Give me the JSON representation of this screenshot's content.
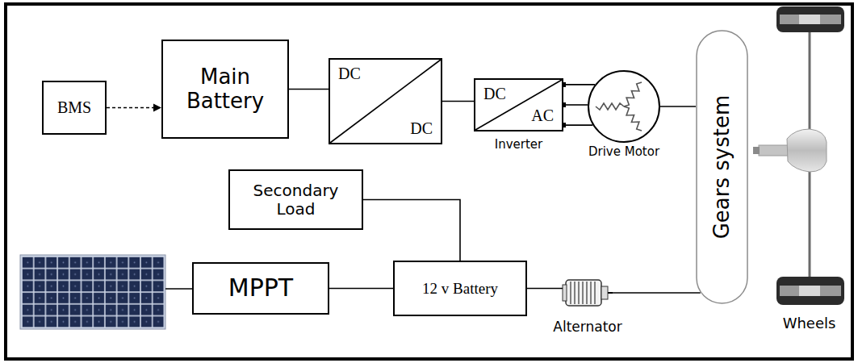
{
  "diagram": {
    "nodes": [
      {
        "text": [
          "BMS"
        ]
      },
      {
        "text": [
          "Main Battery"
        ]
      },
      {
        "text": [
          "DC",
          "DC"
        ]
      },
      {
        "text": [
          "DC",
          "AC",
          "Inverter"
        ]
      },
      {
        "text": [
          "Drive Motor"
        ]
      },
      {
        "text": [
          "Gears system"
        ]
      },
      {
        "text": [
          "Wheels"
        ]
      },
      {
        "text": [
          "Secondary Load"
        ]
      },
      {
        "text": [
          "MPPT"
        ]
      },
      {
        "text": [
          "12 v Battery"
        ]
      },
      {
        "text": [
          "Alternator"
        ]
      }
    ],
    "edges": [
      {
        "from": 0,
        "to": 1,
        "arrow": "to"
      },
      {
        "from": 1,
        "to": 2,
        "arrow": "none"
      },
      {
        "from": 2,
        "to": 3,
        "arrow": "none"
      },
      {
        "from": 3,
        "to": 4,
        "arrow": "none"
      },
      {
        "from": 4,
        "to": 5,
        "arrow": "none"
      },
      {
        "from": 7,
        "to": 9,
        "arrow": "none"
      },
      {
        "from": 8,
        "to": 9,
        "arrow": "none"
      },
      {
        "from": 9,
        "to": 10,
        "arrow": "none"
      },
      {
        "from": 10,
        "to": 5,
        "arrow": "none"
      }
    ]
  }
}
